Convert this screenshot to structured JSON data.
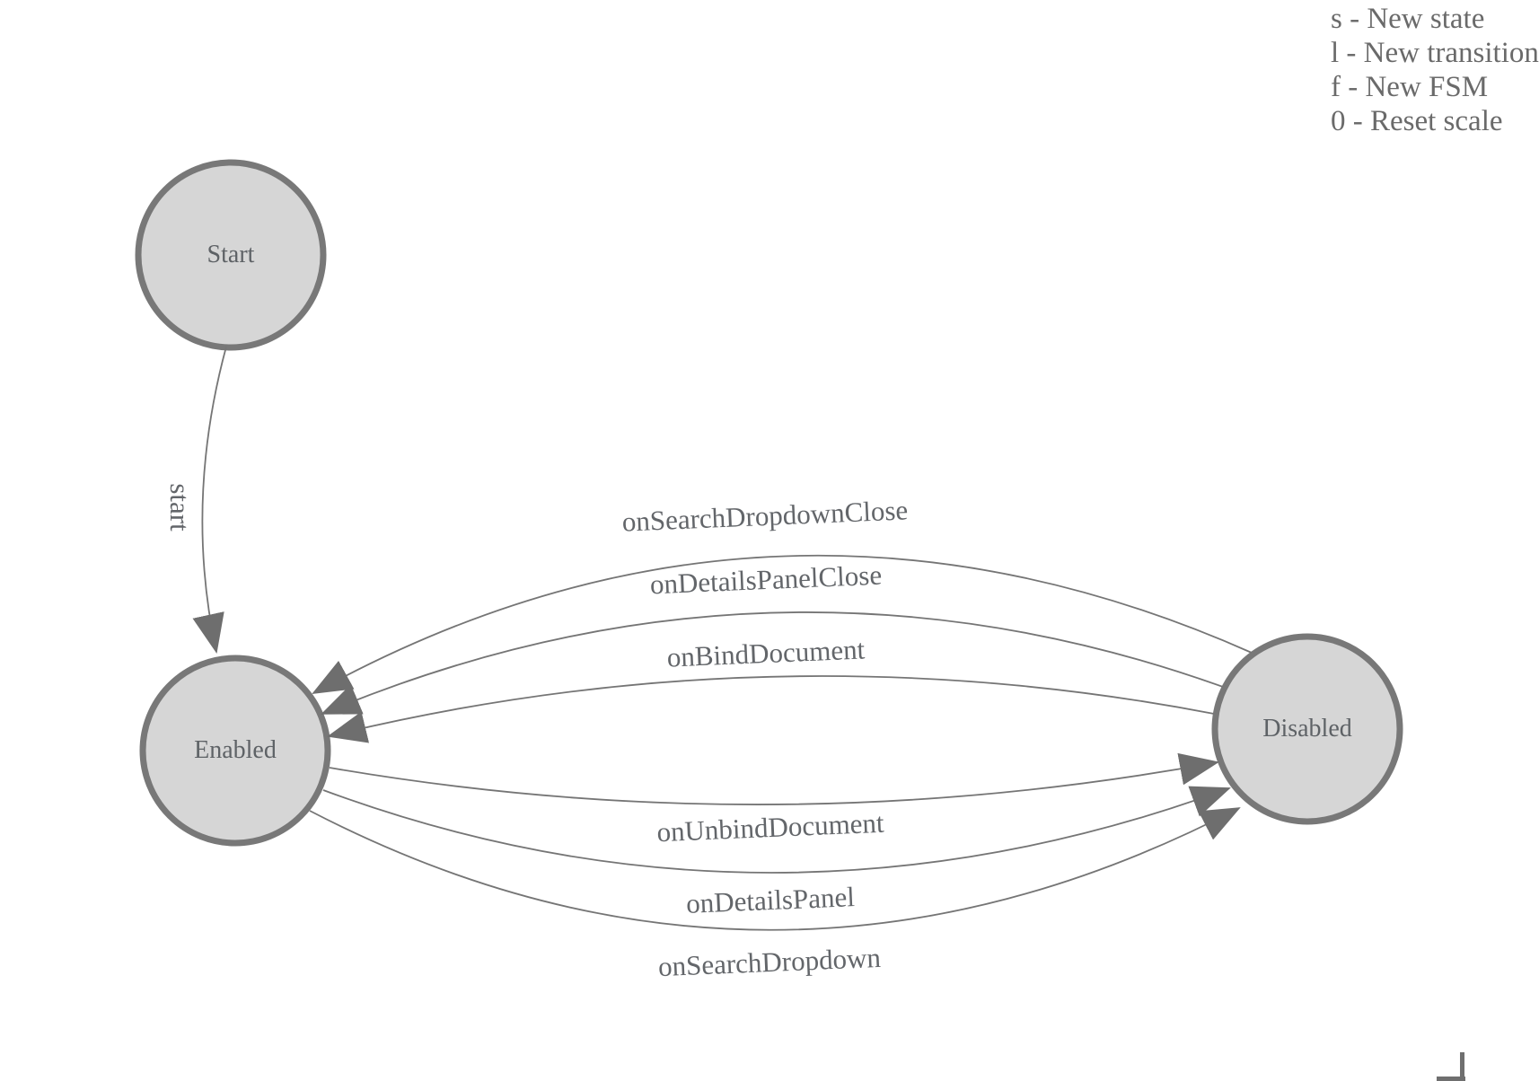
{
  "diagram": {
    "states": [
      {
        "id": "start",
        "label": "Start"
      },
      {
        "id": "enabled",
        "label": "Enabled"
      },
      {
        "id": "disabled",
        "label": "Disabled"
      }
    ],
    "transitions": [
      {
        "label": "start",
        "from": "Start",
        "to": "Enabled"
      },
      {
        "label": "onSearchDropdownClose",
        "from": "Disabled",
        "to": "Enabled"
      },
      {
        "label": "onDetailsPanelClose",
        "from": "Disabled",
        "to": "Enabled"
      },
      {
        "label": "onBindDocument",
        "from": "Disabled",
        "to": "Enabled"
      },
      {
        "label": "onUnbindDocument",
        "from": "Enabled",
        "to": "Disabled"
      },
      {
        "label": "onDetailsPanel",
        "from": "Enabled",
        "to": "Disabled"
      },
      {
        "label": "onSearchDropdown",
        "from": "Enabled",
        "to": "Disabled"
      }
    ]
  },
  "help": {
    "lines": [
      "s - New state",
      "l - New transition",
      "f - New FSM",
      "0 - Reset scale"
    ]
  },
  "colors": {
    "state_fill": "#d6d6d6",
    "state_stroke": "#787878",
    "edge_stroke": "#757575",
    "arrowhead_fill": "#6e6e6e",
    "label_text": "#63666a",
    "legend_text": "#6a6a6a"
  }
}
